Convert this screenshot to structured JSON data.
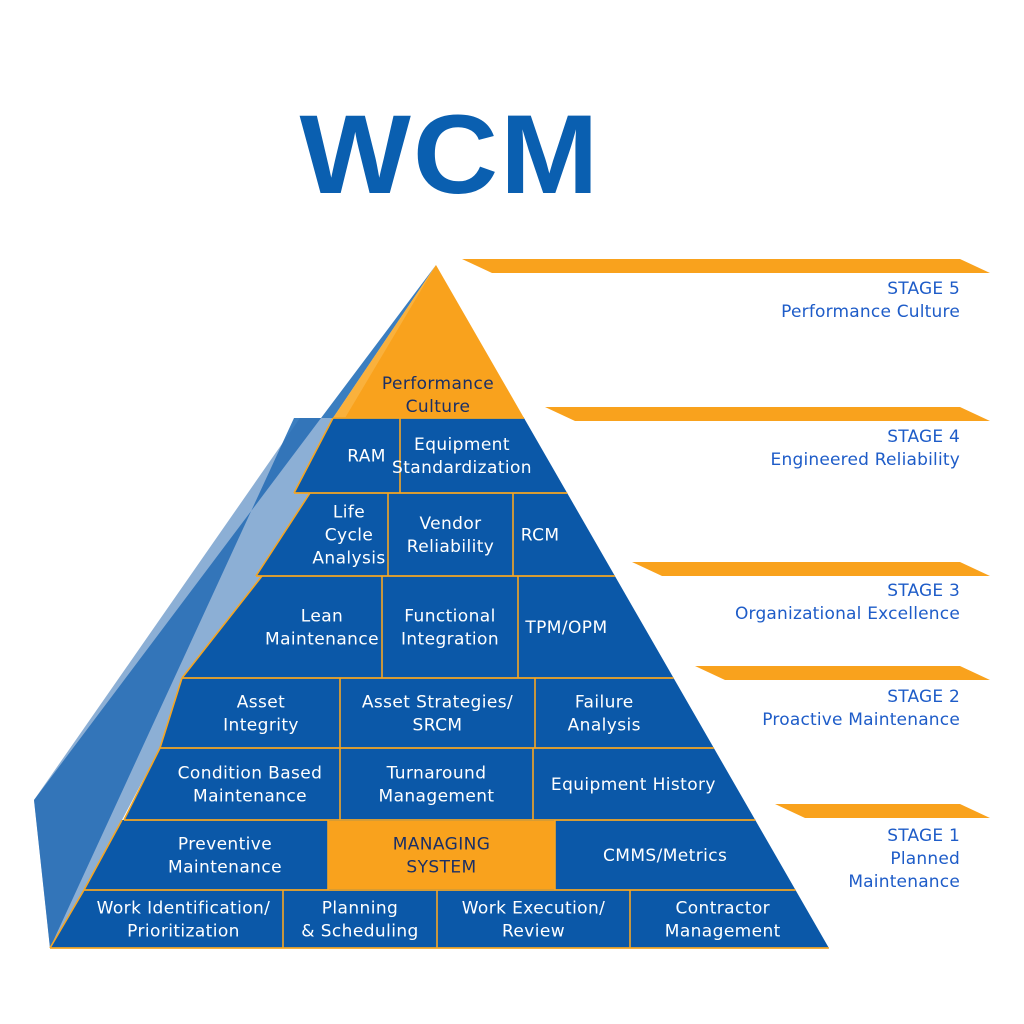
{
  "title": "WCM",
  "colors": {
    "front_blue": "#0b58a8",
    "side_blue": "#3b7ec0",
    "side_blue_dark": "#2d6db3",
    "orange": "#f9a21d",
    "divider": "#f5a623",
    "title_blue": "#0a5fb0",
    "stage_text": "#1e5cc8",
    "dark_text": "#1a2f66"
  },
  "pyramid": {
    "apex": {
      "lines": [
        "Performance",
        "Culture"
      ]
    },
    "rows": [
      {
        "cells": [
          {
            "lines": [
              "RAM"
            ]
          },
          {
            "lines": [
              "Equipment",
              "Standardization"
            ]
          }
        ]
      },
      {
        "cells": [
          {
            "lines": [
              "Life",
              "Cycle",
              "Analysis"
            ]
          },
          {
            "lines": [
              "Vendor",
              "Reliability"
            ]
          },
          {
            "lines": [
              "RCM"
            ]
          }
        ]
      },
      {
        "cells": [
          {
            "lines": [
              "Lean",
              "Maintenance"
            ]
          },
          {
            "lines": [
              "Functional",
              "Integration"
            ]
          },
          {
            "lines": [
              "TPM/OPM"
            ]
          }
        ]
      },
      {
        "cells": [
          {
            "lines": [
              "Asset",
              "Integrity"
            ]
          },
          {
            "lines": [
              "Asset Strategies/",
              "SRCM"
            ]
          },
          {
            "lines": [
              "Failure",
              "Analysis"
            ]
          }
        ]
      },
      {
        "cells": [
          {
            "lines": [
              "Condition Based",
              "Maintenance"
            ]
          },
          {
            "lines": [
              "Turnaround",
              "Management"
            ]
          },
          {
            "lines": [
              "Equipment History"
            ]
          }
        ]
      },
      {
        "cells": [
          {
            "lines": [
              "Preventive",
              "Maintenance"
            ]
          },
          {
            "lines": [
              "MANAGING",
              "SYSTEM"
            ],
            "highlight": true
          },
          {
            "lines": [
              "CMMS/Metrics"
            ]
          }
        ]
      },
      {
        "cells": [
          {
            "lines": [
              "Work Identification/",
              "Prioritization"
            ]
          },
          {
            "lines": [
              "Planning",
              "& Scheduling"
            ]
          },
          {
            "lines": [
              "Work Execution/",
              "Review"
            ]
          },
          {
            "lines": [
              "Contractor",
              "Management"
            ]
          }
        ]
      }
    ]
  },
  "stages": [
    {
      "number_label": "STAGE 5",
      "name_lines": [
        "Performance Culture"
      ]
    },
    {
      "number_label": "STAGE 4",
      "name_lines": [
        "Engineered Reliability"
      ]
    },
    {
      "number_label": "STAGE 3",
      "name_lines": [
        "Organizational Excellence"
      ]
    },
    {
      "number_label": "STAGE 2",
      "name_lines": [
        "Proactive Maintenance"
      ]
    },
    {
      "number_label": "STAGE 1",
      "name_lines": [
        "Planned",
        "Maintenance"
      ]
    }
  ]
}
